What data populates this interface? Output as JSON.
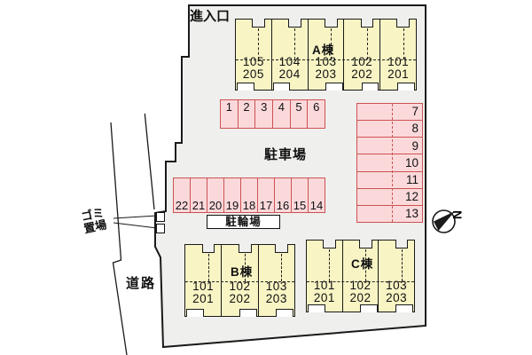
{
  "site": {
    "entrance_label": "進入口",
    "parking_area_label": "駐車場",
    "bicycle_parking_label": "駐輪場",
    "road_label": "道路",
    "garbage_label_line1": "ゴミ",
    "garbage_label_line2": "置場",
    "compass_label": "N"
  },
  "buildings": [
    {
      "name": "A棟",
      "units": [
        {
          "upper": "105",
          "lower": "205"
        },
        {
          "upper": "104",
          "lower": "204"
        },
        {
          "upper": "103",
          "lower": "203"
        },
        {
          "upper": "102",
          "lower": "202"
        },
        {
          "upper": "101",
          "lower": "201"
        }
      ]
    },
    {
      "name": "B棟",
      "units": [
        {
          "upper": "101",
          "lower": "201"
        },
        {
          "upper": "102",
          "lower": "202"
        },
        {
          "upper": "103",
          "lower": "203"
        }
      ]
    },
    {
      "name": "C棟",
      "units": [
        {
          "upper": "101",
          "lower": "201"
        },
        {
          "upper": "102",
          "lower": "202"
        },
        {
          "upper": "103",
          "lower": "203"
        }
      ]
    }
  ],
  "parking": {
    "row_top": [
      "1",
      "2",
      "3",
      "4",
      "5",
      "6"
    ],
    "column_right": [
      "7",
      "8",
      "9",
      "10",
      "11",
      "12",
      "13"
    ],
    "row_middle": [
      "22",
      "21",
      "20",
      "19",
      "18",
      "17",
      "16",
      "15",
      "14"
    ]
  },
  "colors": {
    "site_fill": "#efefed",
    "building_fill": "#f8f4c4",
    "parking_fill": "#fbd9db",
    "parking_border": "#cc5252",
    "outline": "#1a1a1a"
  }
}
